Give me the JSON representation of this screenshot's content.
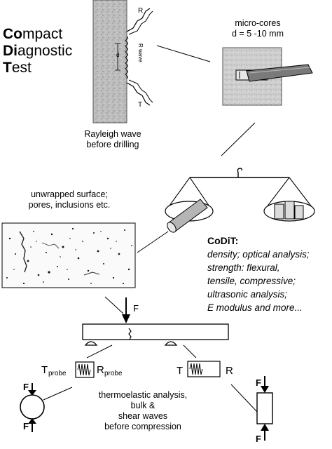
{
  "title": {
    "line1_bold": "Co",
    "line1_rest": "mpact",
    "line2_bold": "Di",
    "line2_rest": "agnostic",
    "line3_bold": "T",
    "line3_rest": "est"
  },
  "rayleigh": {
    "label_r": "R",
    "label_t": "T",
    "label_wave": "R wave",
    "label_d": "d",
    "caption_line1": "Rayleigh wave",
    "caption_line2": "before drilling"
  },
  "microcores": {
    "line1": "micro-cores",
    "line2": "d = 5 -10 mm"
  },
  "surface": {
    "line1": "unwrapped surface;",
    "line2": "pores, inclusions etc."
  },
  "codit": {
    "heading": "CoDiT:",
    "items": [
      "density; optical analysis;",
      "strength: flexural,",
      "tensile, compressive;",
      "ultrasonic analysis;",
      "E modulus and more..."
    ]
  },
  "beam": {
    "force_label": "F",
    "t_probe": "T",
    "t_probe_sub": "probe",
    "r_probe": "R",
    "r_probe_sub": "probe",
    "t_label": "T",
    "r_label": "R"
  },
  "thermo": {
    "line1": "thermoelastic analysis,",
    "line2": "bulk &",
    "line3": "shear waves",
    "line4": "before compression"
  },
  "disk": {
    "f_top": "F",
    "f_bottom": "F"
  },
  "prism": {
    "f_top": "F",
    "f_bottom": "F"
  }
}
